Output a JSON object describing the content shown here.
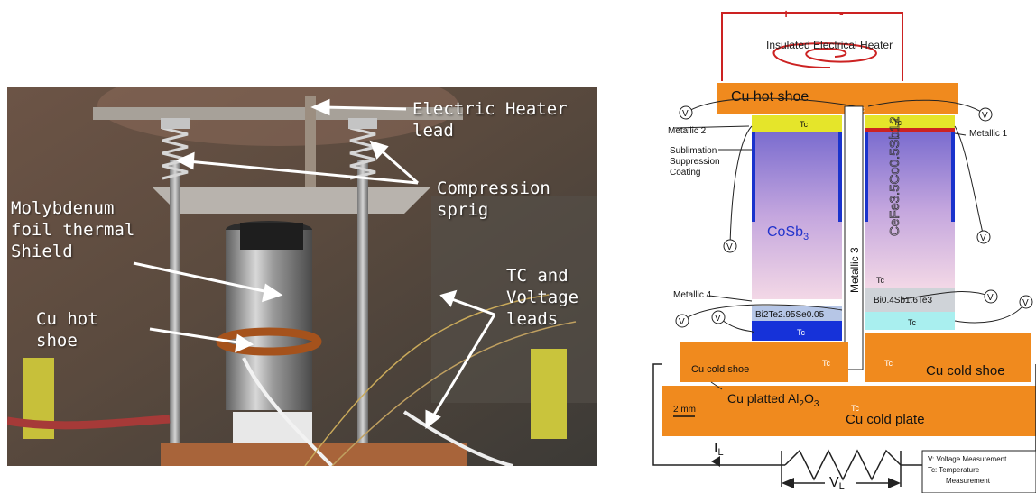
{
  "photo": {
    "labels": {
      "electric_heater": "Electric Heater\nlead",
      "compression_spring": "Compression\nsprig",
      "molybdenum": "Molybdenum\nfoil thermal\nShield",
      "cu_hot_shoe": "Cu hot\nshoe",
      "tc_voltage": "TC and\nVoltage\nleads"
    }
  },
  "diagram": {
    "heater": "Insulated Electrical Heater",
    "plus": "+",
    "minus": "-",
    "hot_shoe": "Cu hot shoe",
    "tc": "Tc",
    "metallic_1": "Metallic 1",
    "metallic_2": "Metallic 2",
    "metallic_3": "Metallic 3",
    "metallic_4": "Metallic 4",
    "sublimation_1": "Sublimation",
    "sublimation_2": "Suppression",
    "sublimation_3": "Coating",
    "cosb3_main": "CoSb",
    "cosb3_sub": "3",
    "cefe": "CeFe3.5Co0.5Sb12",
    "bite": "Bi2Te2.95Se0.05",
    "bisbte": "Bi0.4Sb1.6Te3",
    "cold_shoe_left": "Cu cold shoe",
    "cold_shoe_right": "Cu cold shoe",
    "platted": "Cu platted Al",
    "platted_sub": "2",
    "platted_end": "O",
    "platted_sub2": "3",
    "cold_plate": "Cu cold plate",
    "scale": "2 mm",
    "i_main": "I",
    "i_sub": "L",
    "v_main": "V",
    "v_sub": "L",
    "v_symbol": "V",
    "legend_1": "V: Voltage Measurement",
    "legend_2": "Tc: Temperature",
    "legend_3": "Measurement"
  }
}
